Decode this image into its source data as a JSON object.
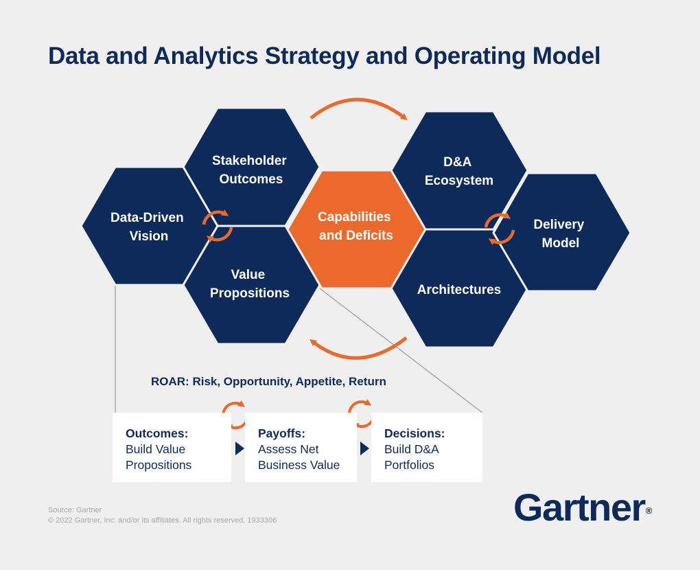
{
  "title": "Data and Analytics Strategy and Operating Model",
  "hexagons": {
    "data_driven_vision": [
      "Data-Driven",
      "Vision"
    ],
    "stakeholder_outcomes": [
      "Stakeholder",
      "Outcomes"
    ],
    "value_propositions": [
      "Value",
      "Propositions"
    ],
    "capabilities_deficits": [
      "Capabilities",
      "and Deficits"
    ],
    "da_ecosystem": [
      "D&A",
      "Ecosystem"
    ],
    "architectures": [
      "Architectures"
    ],
    "delivery_model": [
      "Delivery",
      "Model"
    ]
  },
  "roar_label": "ROAR: Risk, Opportunity, Appetite, Return",
  "cards": [
    {
      "head": "Outcomes:",
      "lines": [
        "Build Value",
        "Propositions"
      ]
    },
    {
      "head": "Payoffs:",
      "lines": [
        "Assess Net",
        "Business Value"
      ]
    },
    {
      "head": "Decisions:",
      "lines": [
        "Build D&A",
        "Portfolios"
      ]
    }
  ],
  "source": [
    "Source: Gartner",
    "© 2022 Gartner, Inc. and/or its affiliates. All rights reserved. 1933306"
  ],
  "logo": {
    "text": "Gartner",
    "mark": "®"
  },
  "colors": {
    "navy": "#0e2a5a",
    "orange": "#eb6a2b",
    "background": "#efefef",
    "card": "#ffffff"
  },
  "icons": [
    "cycle-arrows-icon",
    "curved-arrow-icon",
    "triangle-arrow-icon"
  ]
}
